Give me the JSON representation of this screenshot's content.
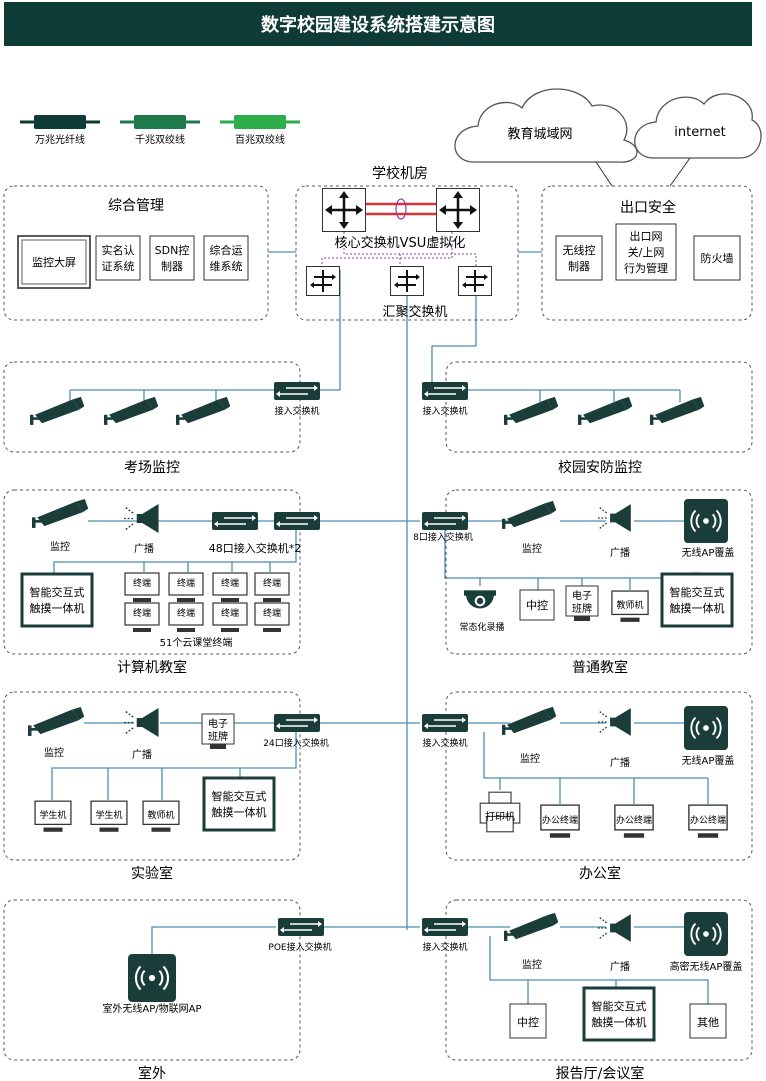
{
  "title": "数字校园建设系统搭建示意图",
  "legend": [
    {
      "label": "万兆光纤线",
      "color": "#0f3b36"
    },
    {
      "label": "千兆双绞线",
      "color": "#1f7a4a"
    },
    {
      "label": "百兆双绞线",
      "color": "#2eae4a"
    }
  ],
  "colors": {
    "header": "#0f3b36",
    "line": "#4a8fb4",
    "red": "#d93434",
    "purple": "#8a3fb0",
    "dark": "#1a3d3a"
  },
  "clouds": {
    "edu": "教育城域网",
    "internet": "internet"
  },
  "mgmt": {
    "title": "综合管理",
    "screen": "监控大屏",
    "b1": [
      "实名认",
      "证系统"
    ],
    "b2": [
      "SDN控",
      "制器"
    ],
    "b3": [
      "综合运",
      "维系统"
    ]
  },
  "room": {
    "title": "学校机房",
    "core": "核心交换机VSU虚拟化",
    "agg": "汇聚交换机"
  },
  "exit": {
    "title": "出口安全",
    "b1": [
      "无线控",
      "制器"
    ],
    "b2": [
      "出口网",
      "关/上网",
      "行为管理"
    ],
    "b3": "防火墙"
  },
  "exam": {
    "title": "考场监控",
    "switch": "接入交换机"
  },
  "campus": {
    "title": "校园安防监控",
    "switch": "接入交换机"
  },
  "comp": {
    "title": "计算机教室",
    "monitor": "监控",
    "broadcast": "广播",
    "switch": "48口接入交换机*2",
    "board": [
      "智能交互式",
      "触摸一体机"
    ],
    "terminal": "终端",
    "caption": "51个云课堂终端"
  },
  "normal": {
    "title": "普通教室",
    "switch": "8口接入交换机",
    "monitor": "监控",
    "broadcast": "广播",
    "ap": "无线AP覆盖",
    "recorder": "常态化录播",
    "zk": "中控",
    "eboard": [
      "电子",
      "班牌"
    ],
    "teacher": "教师机",
    "board": [
      "智能交互式",
      "触摸一体机"
    ]
  },
  "lab": {
    "title": "实验室",
    "monitor": "监控",
    "broadcast": "广播",
    "eboard": [
      "电子",
      "班牌"
    ],
    "switch": "24口接入交换机",
    "student": "学生机",
    "teacher": "教师机",
    "board": [
      "智能交互式",
      "触摸一体机"
    ]
  },
  "office": {
    "title": "办公室",
    "switch": "接入交换机",
    "monitor": "监控",
    "broadcast": "广播",
    "ap": "无线AP覆盖",
    "printer": "打印机",
    "terminal": "办公终端"
  },
  "outdoor": {
    "title": "室外",
    "switch": "POE接入交换机",
    "ap": "室外无线AP/物联网AP"
  },
  "hall": {
    "title": "报告厅/会议室",
    "switch": "接入交换机",
    "monitor": "监控",
    "broadcast": "广播",
    "ap": "高密无线AP覆盖",
    "zk": "中控",
    "board": [
      "智能交互式",
      "触摸一体机"
    ],
    "other": "其他"
  }
}
